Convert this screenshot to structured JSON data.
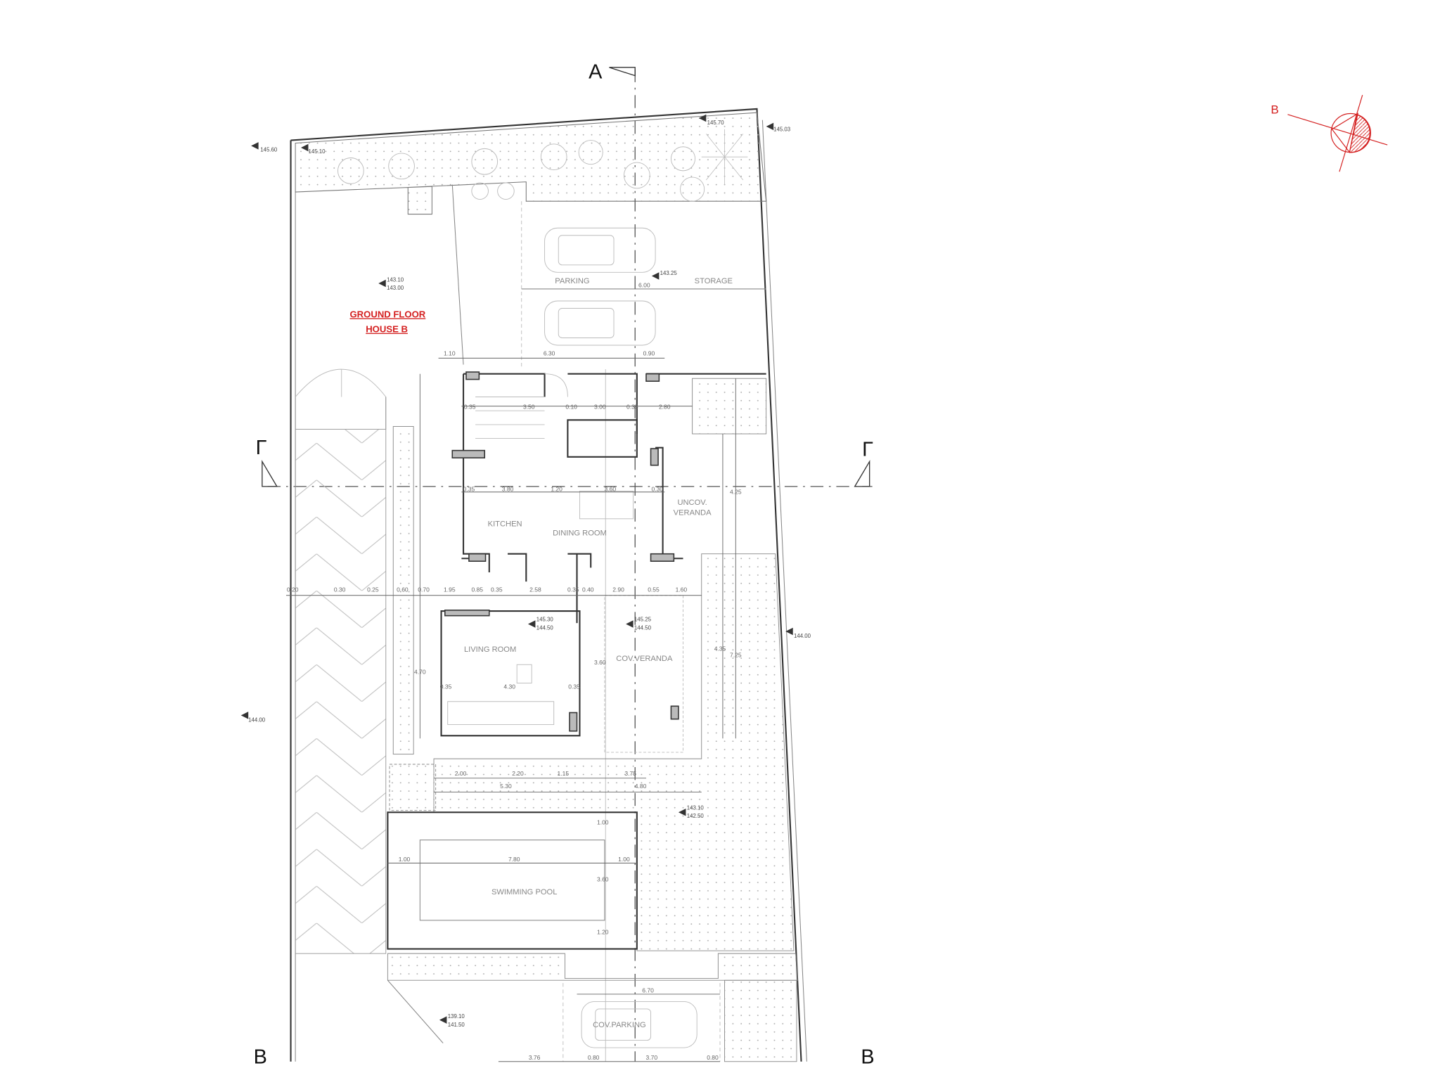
{
  "drawing": {
    "title_line1": "GROUND FLOOR",
    "title_line2": "HOUSE B",
    "section_a": "A",
    "section_b_left": "B",
    "section_b_right": "B",
    "section_gamma_left": "Γ",
    "section_gamma_right": "Γ",
    "compass_label": "B"
  },
  "rooms": {
    "parking": "PARKING",
    "storage": "STORAGE",
    "kitchen": "KITCHEN",
    "dining": "DINING ROOM",
    "uncov_veranda_1": "UNCOV.",
    "uncov_veranda_2": "VERANDA",
    "living": "LIVING ROOM",
    "cov_veranda": "COV.VERANDA",
    "pool": "SWIMMING POOL",
    "cov_parking": "COV.PARKING"
  },
  "elevations": [
    "145.60",
    "145.10",
    "145.70",
    "145.03",
    "143.10",
    "143.25",
    "145.30",
    "145.25",
    "144.00",
    "144.00",
    "143.10",
    "139.10"
  ],
  "elevations_sub": [
    "",
    "",
    "",
    "",
    "143.00",
    "",
    "144.50",
    "144.50",
    "",
    "",
    "142.50",
    "141.50"
  ],
  "dimensions": {
    "top": [
      "1.10",
      "6.30",
      "0.90"
    ],
    "storage_depth": "6.00",
    "row_interior": [
      "0.35",
      "3.50",
      "0.10",
      "3.00",
      "0.35",
      "2.80"
    ],
    "row_dining": [
      "0.35",
      "3.80",
      "1.20",
      "3.60",
      "0.30"
    ],
    "row_main": [
      "0.20",
      "0.30",
      "0.25",
      "0.60",
      "0.70",
      "1.95",
      "0.85",
      "0.35",
      "2.58",
      "0.35",
      "0.40",
      "2.90",
      "0.55",
      "1.60"
    ],
    "living": [
      "4.30",
      "0.35",
      "0.35",
      "3.60",
      "4.70"
    ],
    "garden": [
      "2.00",
      "2.20",
      "1.15",
      "3.75",
      "5.30",
      "4.80"
    ],
    "pool": [
      "1.00",
      "7.80",
      "1.00",
      "1.00",
      "3.60",
      "1.20"
    ],
    "bottom": [
      "6.70",
      "3.76",
      "0.80",
      "3.70",
      "0.80"
    ],
    "vertical_right": [
      "4.25",
      "4.35",
      "7.25"
    ]
  },
  "colors": {
    "annotation_red": "#d42020",
    "line": "#333333"
  }
}
